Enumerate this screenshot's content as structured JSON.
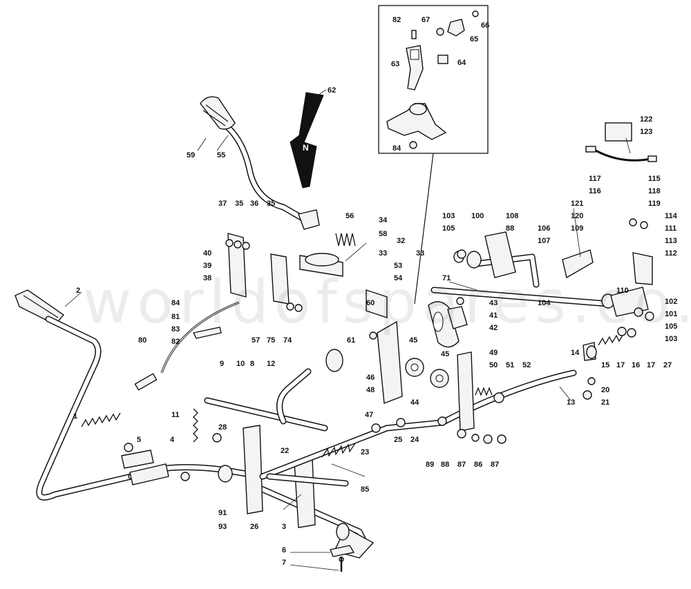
{
  "watermark": "worldofspares.co.uk",
  "inset_box": {
    "labels": [
      "82",
      "67",
      "66",
      "65",
      "63",
      "64",
      "84"
    ]
  },
  "part_labels": [
    {
      "id": "l62",
      "text": "62"
    },
    {
      "id": "l59",
      "text": "59"
    },
    {
      "id": "l55",
      "text": "55"
    },
    {
      "id": "l37",
      "text": "37"
    },
    {
      "id": "l35a",
      "text": "35"
    },
    {
      "id": "l36",
      "text": "36"
    },
    {
      "id": "l35b",
      "text": "35"
    },
    {
      "id": "l56",
      "text": "56"
    },
    {
      "id": "l34",
      "text": "34"
    },
    {
      "id": "l58",
      "text": "58"
    },
    {
      "id": "l40",
      "text": "40"
    },
    {
      "id": "l39",
      "text": "39"
    },
    {
      "id": "l38",
      "text": "38"
    },
    {
      "id": "l32",
      "text": "32"
    },
    {
      "id": "l33a",
      "text": "33"
    },
    {
      "id": "l33b",
      "text": "33"
    },
    {
      "id": "l53",
      "text": "53"
    },
    {
      "id": "l54",
      "text": "54"
    },
    {
      "id": "l60",
      "text": "60"
    },
    {
      "id": "l2",
      "text": "2"
    },
    {
      "id": "l84b",
      "text": "84"
    },
    {
      "id": "l81",
      "text": "81"
    },
    {
      "id": "l83",
      "text": "83"
    },
    {
      "id": "l82b",
      "text": "82"
    },
    {
      "id": "l80",
      "text": "80"
    },
    {
      "id": "l57",
      "text": "57"
    },
    {
      "id": "l75",
      "text": "75"
    },
    {
      "id": "l74",
      "text": "74"
    },
    {
      "id": "l61",
      "text": "61"
    },
    {
      "id": "l43",
      "text": "43"
    },
    {
      "id": "l41",
      "text": "41"
    },
    {
      "id": "l42",
      "text": "42"
    },
    {
      "id": "l45a",
      "text": "45"
    },
    {
      "id": "l45b",
      "text": "45"
    },
    {
      "id": "l46",
      "text": "46"
    },
    {
      "id": "l48",
      "text": "48"
    },
    {
      "id": "l44",
      "text": "44"
    },
    {
      "id": "l47",
      "text": "47"
    },
    {
      "id": "l9",
      "text": "9"
    },
    {
      "id": "l10",
      "text": "10"
    },
    {
      "id": "l8",
      "text": "8"
    },
    {
      "id": "l12",
      "text": "12"
    },
    {
      "id": "l1",
      "text": "1"
    },
    {
      "id": "l11",
      "text": "11"
    },
    {
      "id": "l28",
      "text": "28"
    },
    {
      "id": "l5",
      "text": "5"
    },
    {
      "id": "l4",
      "text": "4"
    },
    {
      "id": "l22",
      "text": "22"
    },
    {
      "id": "l91",
      "text": "91"
    },
    {
      "id": "l93",
      "text": "93"
    },
    {
      "id": "l26",
      "text": "26"
    },
    {
      "id": "l3",
      "text": "3"
    },
    {
      "id": "l85",
      "text": "85"
    },
    {
      "id": "l23",
      "text": "23"
    },
    {
      "id": "l25",
      "text": "25"
    },
    {
      "id": "l24",
      "text": "24"
    },
    {
      "id": "l6",
      "text": "6"
    },
    {
      "id": "l7",
      "text": "7"
    },
    {
      "id": "l71",
      "text": "71"
    },
    {
      "id": "l103a",
      "text": "103"
    },
    {
      "id": "l105a",
      "text": "105"
    },
    {
      "id": "l100",
      "text": "100"
    },
    {
      "id": "l108",
      "text": "108"
    },
    {
      "id": "l88a",
      "text": "88"
    },
    {
      "id": "l106",
      "text": "106"
    },
    {
      "id": "l107",
      "text": "107"
    },
    {
      "id": "l121",
      "text": "121"
    },
    {
      "id": "l120",
      "text": "120"
    },
    {
      "id": "l109",
      "text": "109"
    },
    {
      "id": "l117",
      "text": "117"
    },
    {
      "id": "l116",
      "text": "116"
    },
    {
      "id": "l115",
      "text": "115"
    },
    {
      "id": "l118",
      "text": "118"
    },
    {
      "id": "l119",
      "text": "119"
    },
    {
      "id": "l114",
      "text": "114"
    },
    {
      "id": "l111",
      "text": "111"
    },
    {
      "id": "l113",
      "text": "113"
    },
    {
      "id": "l112",
      "text": "112"
    },
    {
      "id": "l110",
      "text": "110"
    },
    {
      "id": "l104",
      "text": "104"
    },
    {
      "id": "l102",
      "text": "102"
    },
    {
      "id": "l101",
      "text": "101"
    },
    {
      "id": "l105b",
      "text": "105"
    },
    {
      "id": "l103b",
      "text": "103"
    },
    {
      "id": "l122",
      "text": "122"
    },
    {
      "id": "l123",
      "text": "123"
    },
    {
      "id": "l49",
      "text": "49"
    },
    {
      "id": "l50",
      "text": "50"
    },
    {
      "id": "l51",
      "text": "51"
    },
    {
      "id": "l52",
      "text": "52"
    },
    {
      "id": "l13",
      "text": "13"
    },
    {
      "id": "l14",
      "text": "14"
    },
    {
      "id": "l15",
      "text": "15"
    },
    {
      "id": "l17a",
      "text": "17"
    },
    {
      "id": "l16",
      "text": "16"
    },
    {
      "id": "l17b",
      "text": "17"
    },
    {
      "id": "l27",
      "text": "27"
    },
    {
      "id": "l20",
      "text": "20"
    },
    {
      "id": "l21",
      "text": "21"
    },
    {
      "id": "l89",
      "text": "89"
    },
    {
      "id": "l88b",
      "text": "88"
    },
    {
      "id": "l87a",
      "text": "87"
    },
    {
      "id": "l86",
      "text": "86"
    },
    {
      "id": "l87b",
      "text": "87"
    }
  ],
  "gear_plate": {
    "letter": "N"
  }
}
